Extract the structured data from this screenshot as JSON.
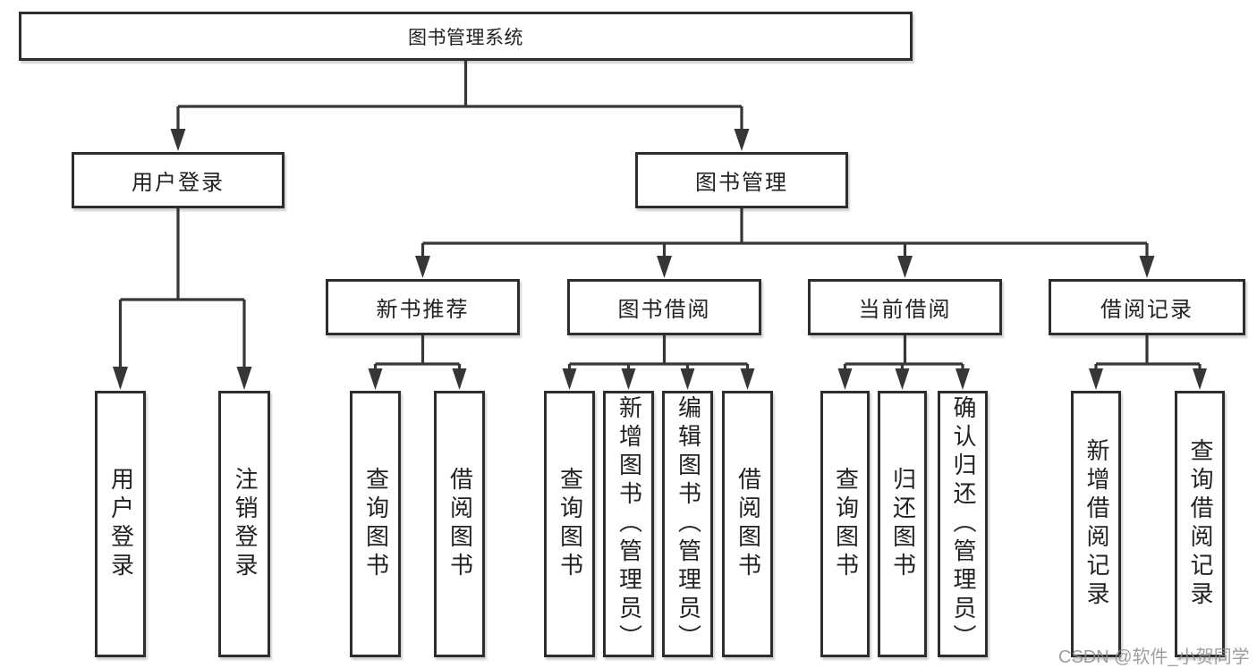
{
  "diagram": {
    "root": {
      "label": "图书管理系统",
      "children": [
        {
          "label": "用户登录",
          "children": [
            {
              "label": "用户登录"
            },
            {
              "label": "注销登录"
            }
          ]
        },
        {
          "label": "图书管理",
          "children": [
            {
              "label": "新书推荐",
              "children": [
                {
                  "label": "查询图书"
                },
                {
                  "label": "借阅图书"
                }
              ]
            },
            {
              "label": "图书借阅",
              "children": [
                {
                  "label": "查询图书"
                },
                {
                  "label": "新增图书（管理员）"
                },
                {
                  "label": "编辑图书（管理员）"
                },
                {
                  "label": "借阅图书"
                }
              ]
            },
            {
              "label": "当前借阅",
              "children": [
                {
                  "label": "查询图书"
                },
                {
                  "label": "归还图书"
                },
                {
                  "label": "确认归还（管理员）"
                }
              ]
            },
            {
              "label": "借阅记录",
              "children": [
                {
                  "label": "新增借阅记录"
                },
                {
                  "label": "查询借阅记录"
                }
              ]
            }
          ]
        }
      ]
    }
  },
  "watermark": {
    "text": "CSDN @软件_小贺同学"
  },
  "colors": {
    "line": "#363636",
    "border": "#2d2d2d",
    "text": "#222222",
    "bg": "#ffffff",
    "watermark": "#8e8e8e"
  }
}
